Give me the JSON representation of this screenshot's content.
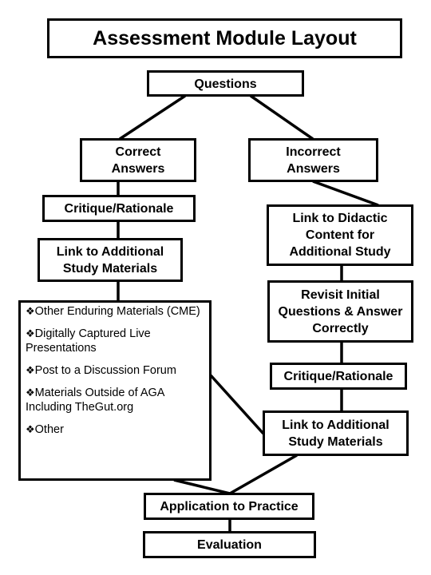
{
  "title": "Assessment Module Layout",
  "nodes": {
    "questions": "Questions",
    "correct_answers": "Correct Answers",
    "incorrect_answers": "Incorrect Answers",
    "critique_left": "Critique/Rationale",
    "link_didactic": "Link to Didactic Content for Additional Study",
    "link_additional_left": "Link to Additional Study Materials",
    "revisit": "Revisit Initial Questions & Answer Correctly",
    "critique_right": "Critique/Rationale",
    "link_additional_right": "Link to Additional Study Materials",
    "application": "Application to Practice",
    "evaluation": "Evaluation"
  },
  "list_bullet": "❖",
  "list_items": [
    "Other Enduring Materials (CME)",
    "Digitally Captured Live Presentations",
    "Post to a Discussion Forum",
    "Materials Outside of AGA Including TheGut.org",
    "Other"
  ]
}
